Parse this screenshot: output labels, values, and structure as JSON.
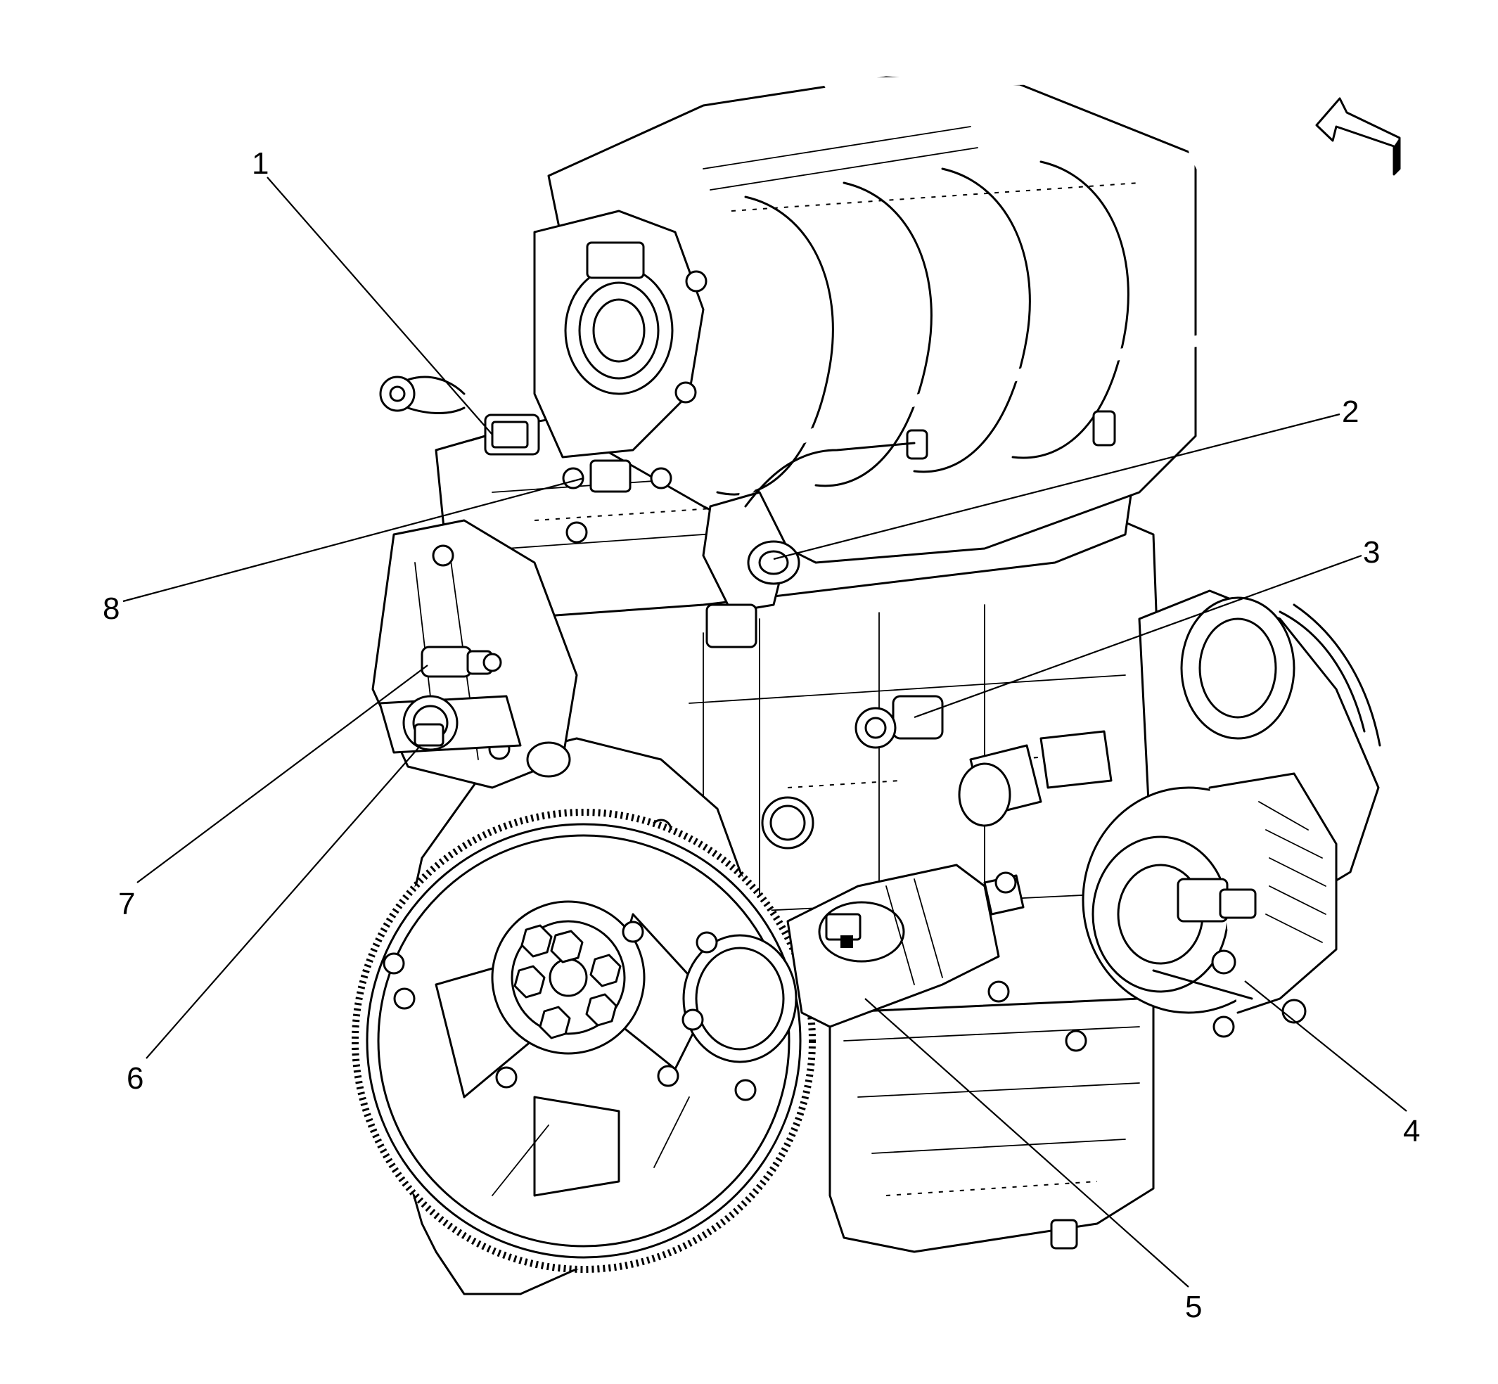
{
  "diagram": {
    "callouts": [
      {
        "id": "1",
        "label": "1"
      },
      {
        "id": "2",
        "label": "2"
      },
      {
        "id": "3",
        "label": "3"
      },
      {
        "id": "4",
        "label": "4"
      },
      {
        "id": "5",
        "label": "5"
      },
      {
        "id": "6",
        "label": "6"
      },
      {
        "id": "7",
        "label": "7"
      },
      {
        "id": "8",
        "label": "8"
      }
    ],
    "orientation_icon": "front-direction-arrow-icon"
  }
}
